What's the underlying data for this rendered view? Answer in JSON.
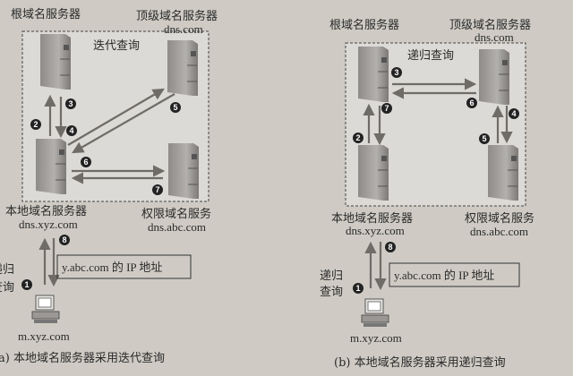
{
  "panel_a": {
    "root_label": "根域名服务器",
    "tld_label": "顶级域名服务器",
    "tld_host": "dns.com",
    "mode_label": "迭代查询",
    "local_label": "本地域名服务器",
    "local_host": "dns.xyz.com",
    "auth_label": "权限域名服务",
    "auth_host": "dns.abc.com",
    "answer_box": "y.abc.com 的 IP 地址",
    "client_query_line1": "递归",
    "client_query_line2": "查询",
    "client_host": "m.xyz.com",
    "caption": "a) 本地域名服务器采用迭代查询",
    "steps": [
      "1",
      "2",
      "3",
      "4",
      "5",
      "6",
      "7",
      "8"
    ]
  },
  "panel_b": {
    "root_label": "根域名服务器",
    "tld_label": "顶级域名服务器",
    "tld_host": "dns.com",
    "mode_label": "递归查询",
    "local_label": "本地域名服务器",
    "local_host": "dns.xyz.com",
    "auth_label": "权限域名服务",
    "auth_host": "dns.abc.com",
    "answer_box": "y.abc.com 的 IP 地址",
    "client_query_line1": "递归",
    "client_query_line2": "查询",
    "client_host": "m.xyz.com",
    "caption": "(b) 本地域名服务器采用递归查询",
    "steps": [
      "1",
      "2",
      "3",
      "4",
      "5",
      "6",
      "7",
      "8"
    ]
  }
}
